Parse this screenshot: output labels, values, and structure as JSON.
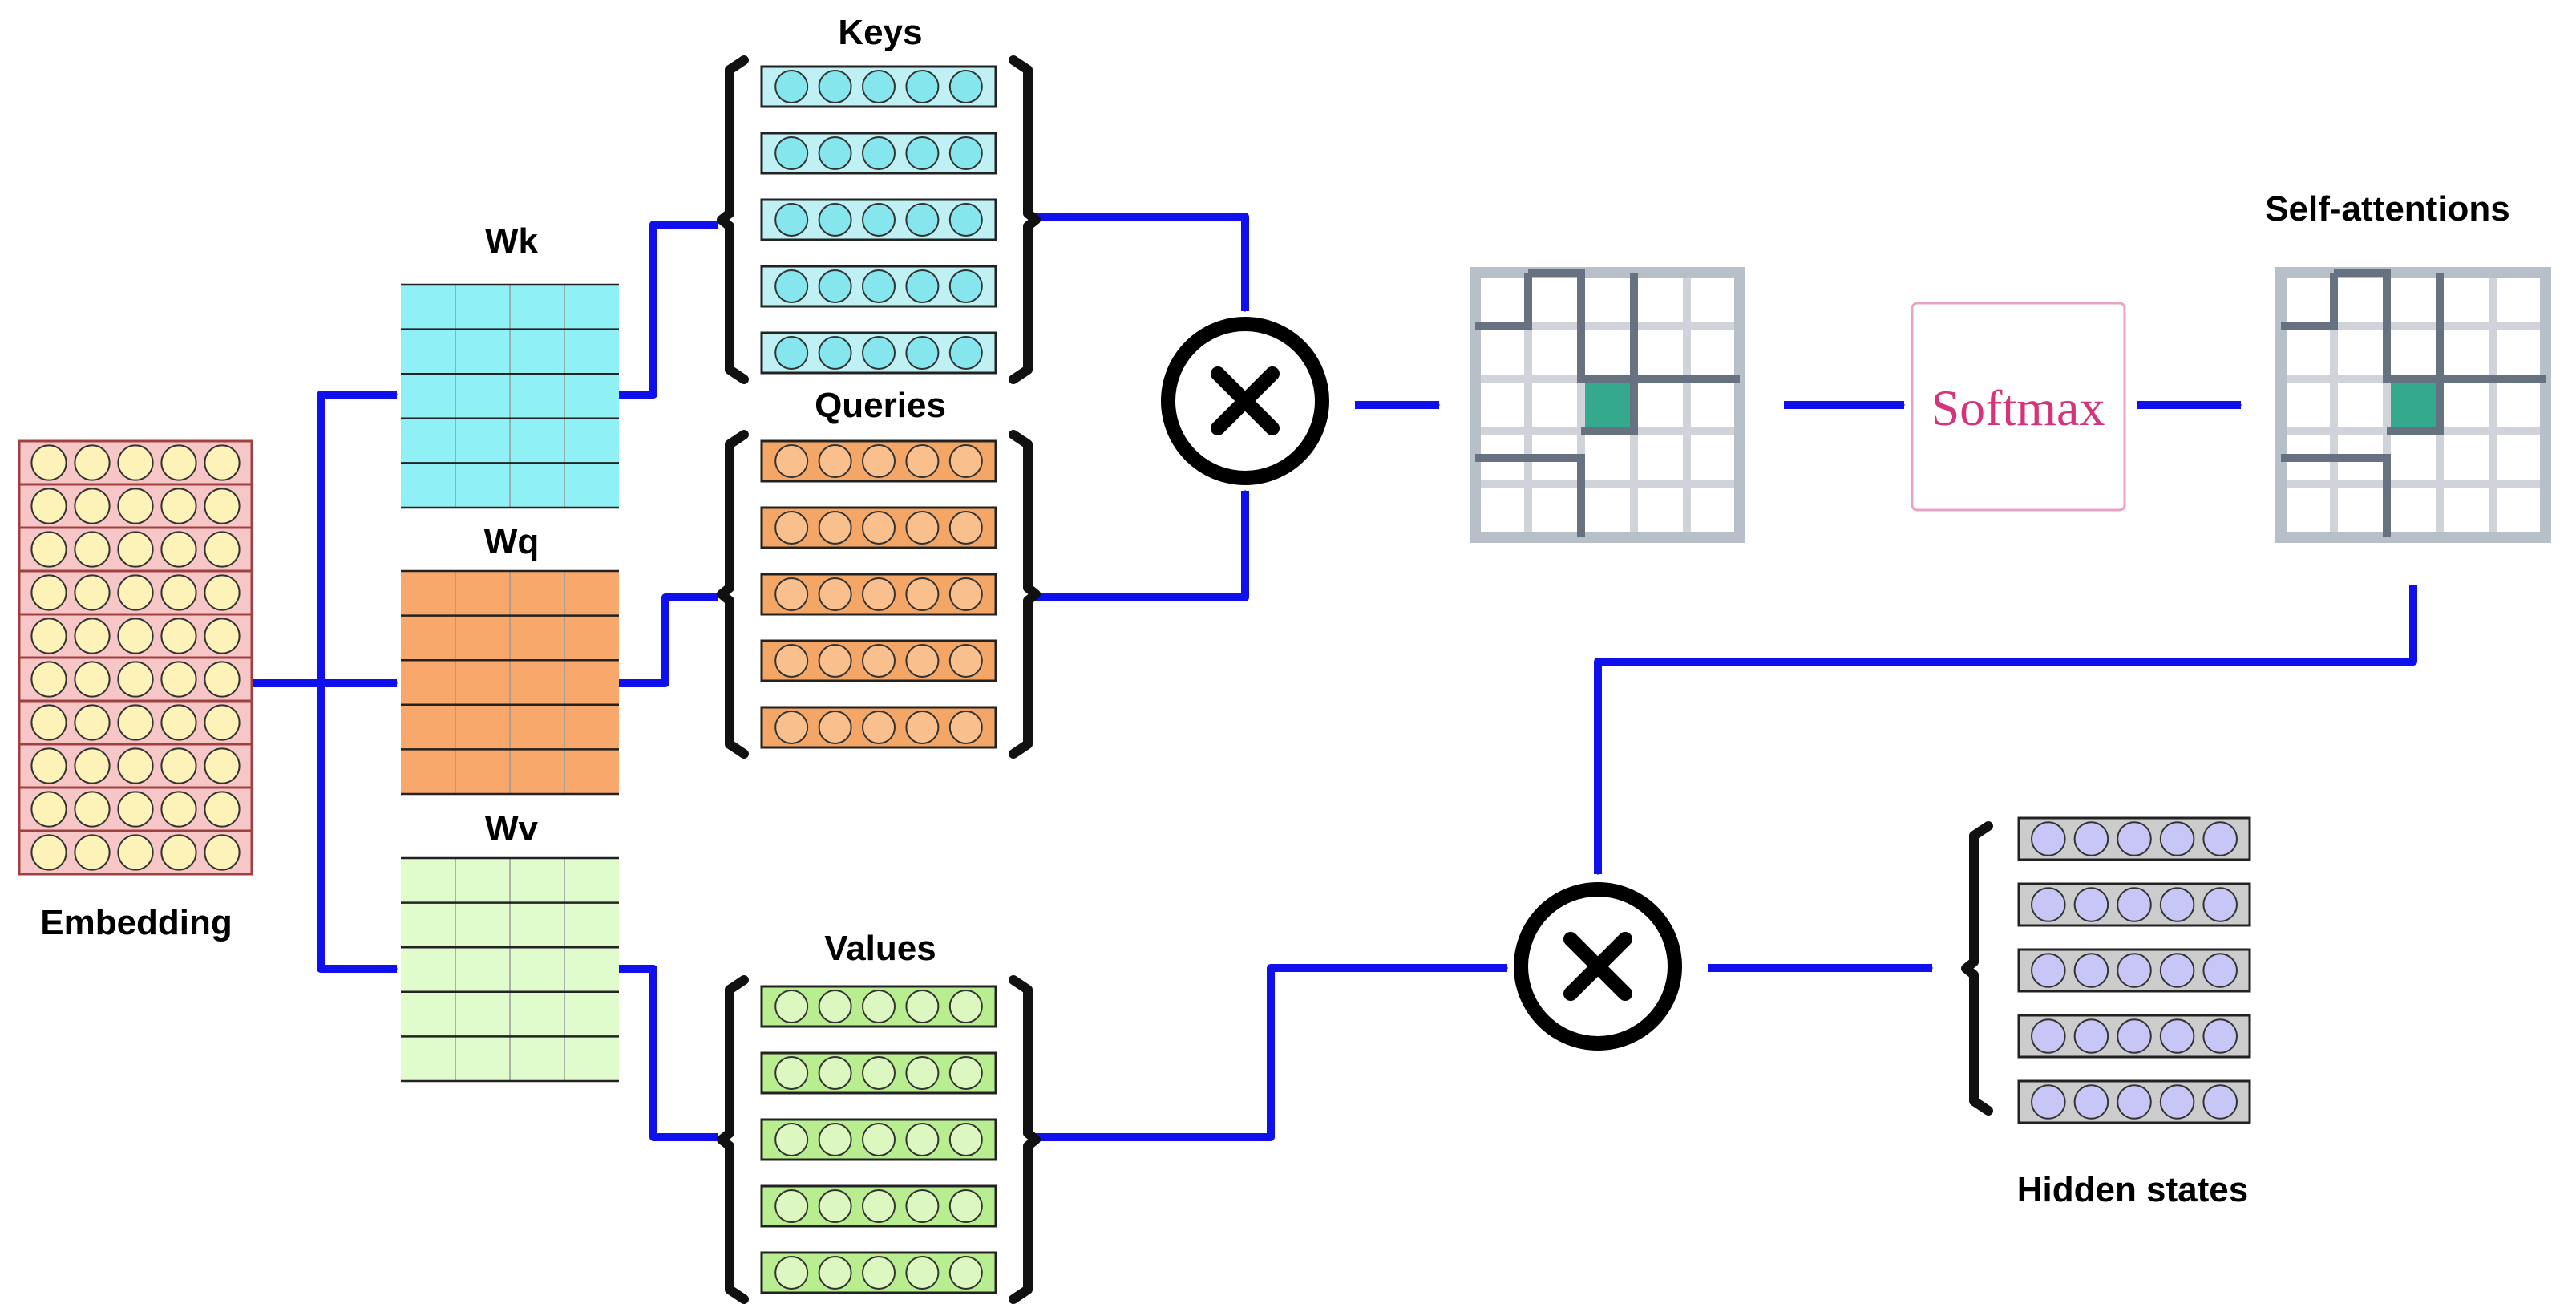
{
  "labels": {
    "embedding": "Embedding",
    "wk": "Wk",
    "wq": "Wq",
    "wv": "Wv",
    "keys": "Keys",
    "queries": "Queries",
    "values": "Values",
    "softmax": "Softmax",
    "self_attentions": "Self-attentions",
    "hidden_states": "Hidden states"
  },
  "colors": {
    "arrow": "#1010ee",
    "embedding_fill": "#f7c6c6",
    "embedding_circle": "#fdf3b8",
    "wk_fill": "#8ff1f6",
    "wq_fill": "#f9a86b",
    "wv_fill": "#e0fbcc",
    "keys_fill": "#bff0f4",
    "keys_circle": "#86e6ee",
    "queries_fill": "#f4a666",
    "queries_circle": "#f9c08e",
    "values_fill": "#b8ee90",
    "values_circle": "#ddf7c0",
    "hidden_fill": "#cccccc",
    "hidden_circle": "#c8c6f6",
    "highlight": "#35a98d",
    "softmax_text": "#d6337a"
  },
  "icons": {
    "multiply": "multiply-icon",
    "bracket": "bracket-icon",
    "arrow": "arrow-icon"
  }
}
